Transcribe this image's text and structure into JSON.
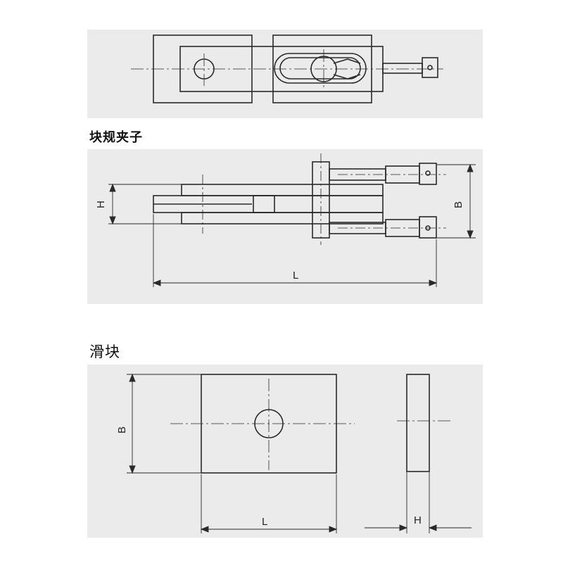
{
  "titles": {
    "clamp": "块规夹子",
    "slider": "滑块"
  },
  "dimensions": {
    "height": "H",
    "width": "B",
    "length": "L",
    "slider_width": "B",
    "slider_length": "L",
    "slider_height": "H"
  },
  "colors": {
    "panel_background": "#ebebeb",
    "line": "#2a2a2a"
  }
}
